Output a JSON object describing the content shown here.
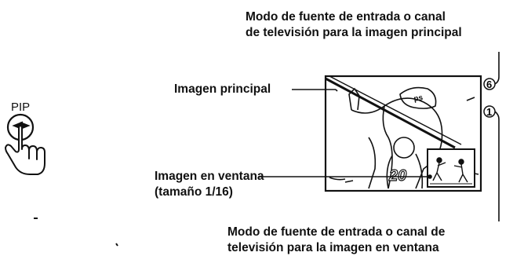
{
  "button": {
    "label": "PIP"
  },
  "labels": {
    "main_channel_line1": "Modo de fuente de entrada o canal",
    "main_channel_line2": "de televisión para la imagen principal",
    "main_picture": "Imagen principal",
    "window_picture_line1": "Imagen en ventana",
    "window_picture_line2": "(tamaño 1/16)",
    "window_channel_line1": "Modo de fuente de entrada o canal de",
    "window_channel_line2": "televisión para la imagen en ventana"
  },
  "screen": {
    "main_channel_number": "6",
    "window_channel_number": "1",
    "jersey_number": "20",
    "helmet_text": "ps"
  }
}
